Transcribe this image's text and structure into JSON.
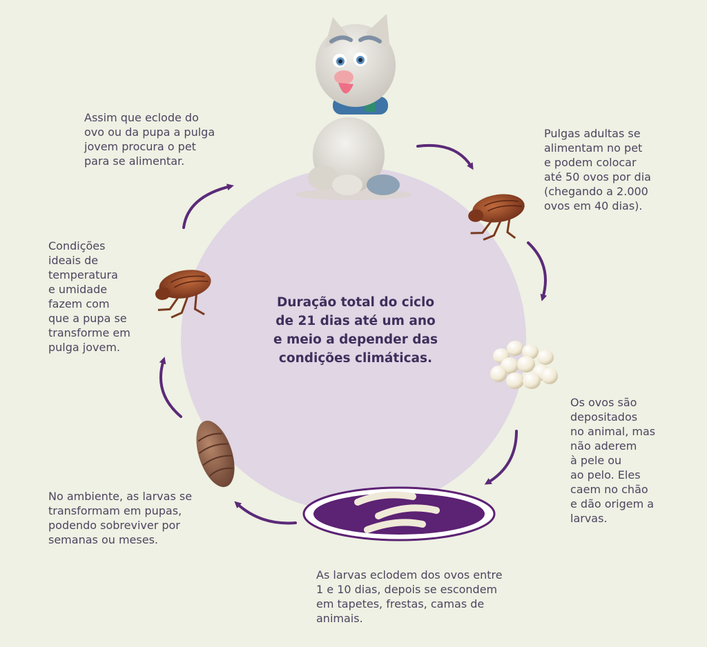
{
  "colors": {
    "background": "#eef1e3",
    "circle": "#e0d6e4",
    "arrow": "#5b2a78",
    "text": "#4e4460",
    "center_text": "#3e2f5c",
    "flea": "#9a4a2a",
    "dish": "#5c2273"
  },
  "center": {
    "text": "Duração total do ciclo\nde 21 dias até um ano\ne meio a depender das\ncondições climáticas."
  },
  "stages": {
    "young_flea": "Assim que eclode do\novo ou da pupa a pulga\njovem procura o pet\npara se alimentar.",
    "adult_flea": "Pulgas adultas se\nalimentam no pet\ne podem colocar\naté 50 ovos por dia\n(chegando a 2.000\novos em 40 dias).",
    "eggs": "Os ovos são\ndepositados\nno animal, mas\nnão aderem\nà pele ou\nao pelo. Eles\ncaem no chão\ne dão origem a\nlarvas.",
    "larvae": "As larvas eclodem dos ovos entre\n1 e 10 dias, depois se escondem\nem tapetes, frestas, camas de\nanimais.",
    "pupae": "No ambiente, as larvas se\ntransformam em pupas,\npodendo sobreviver por\nsemanas ou meses.",
    "pupa_to_flea": "Condições\nideais de\ntemperatura\ne umidade\nfazem com\nque a pupa se\ntransforme em\npulga jovem."
  },
  "icons": {
    "mascot": "dog-mascot-icon",
    "adult_flea": "flea-icon",
    "eggs": "eggs-icon",
    "larvae": "larvae-dish-icon",
    "pupa": "pupa-icon",
    "young_flea": "flea-icon"
  }
}
